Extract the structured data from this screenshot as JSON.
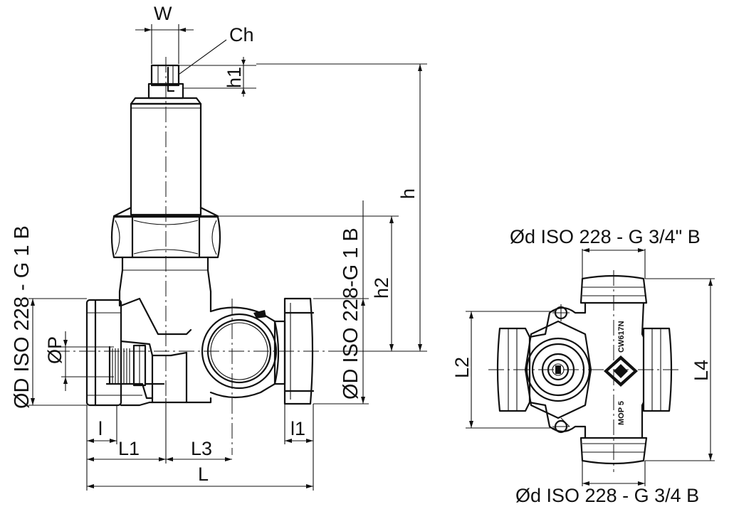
{
  "labels": {
    "w": "W",
    "ch": "Ch",
    "h1": "h1",
    "h": "h",
    "h2": "h2",
    "od_main": "ØD ISO 228 - G 1 B",
    "od_side": "ØD ISO 228-G 1 B",
    "op": "ØP",
    "l_small": "l",
    "l1_small": "l1",
    "l1": "L1",
    "l3": "L3",
    "l": "L",
    "l2": "L2",
    "l4": "L4",
    "od_top": "Ød ISO 228 - G 3/4\" B",
    "od_bottom": "Ød ISO 228 - G 3/4 B"
  },
  "body_markings": {
    "brand": "CW617N",
    "pressure": "MOP 5"
  }
}
